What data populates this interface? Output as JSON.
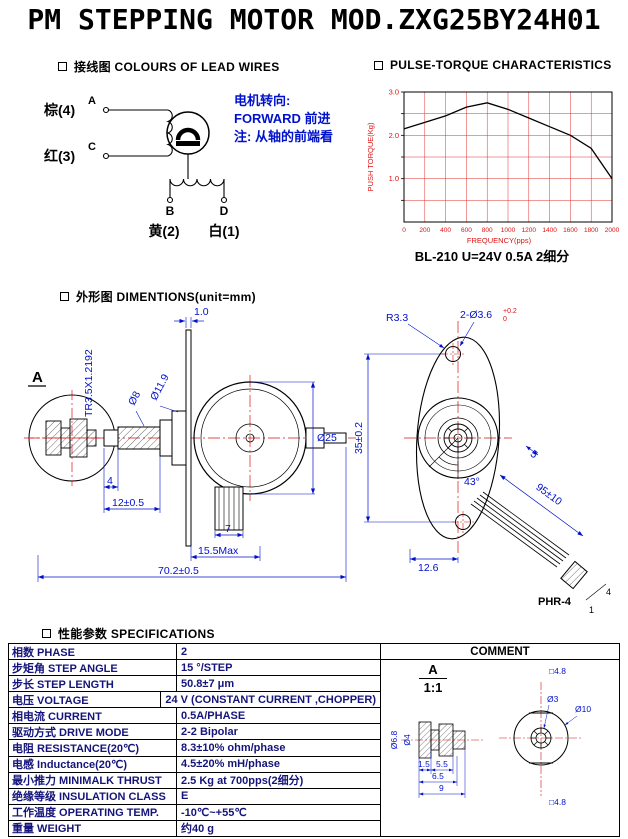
{
  "title": "PM STEPPING MOTOR MOD.ZXG25BY24H01",
  "sections": {
    "wiring_heading": "接线图 COLOURS OF LEAD WIRES",
    "chart_heading": "PULSE-TORQUE CHARACTERISTICS",
    "dims_heading": "外形图 DIMENTIONS(unit=mm)",
    "specs_heading": "性能参数 SPECIFICATIONS"
  },
  "wiring": {
    "lead_brown": "棕(4)",
    "lead_red": "红(3)",
    "lead_yellow": "黄(2)",
    "lead_white": "白(1)",
    "term_a": "A",
    "term_b": "B",
    "term_c": "C",
    "term_d": "D",
    "note_line1": "电机转向:",
    "note_line2": "FORWARD 前进",
    "note_line3": "注: 从轴的前端看"
  },
  "chart_caption": "BL-210 U=24V 0.5A 2细分",
  "chart_data": {
    "type": "line",
    "title": "PULSE-TORQUE CHARACTERISTICS",
    "xlabel": "FREQUENCY(pps)",
    "ylabel": "PUSH TORQUE(Kg)",
    "x": [
      0,
      200,
      400,
      600,
      800,
      1000,
      1200,
      1400,
      1600,
      1800,
      2000
    ],
    "y": [
      2.15,
      2.3,
      2.45,
      2.65,
      2.75,
      2.6,
      2.4,
      2.2,
      2.0,
      1.7,
      1.0
    ],
    "xlim": [
      0,
      2000
    ],
    "ylim": [
      0,
      3
    ],
    "xtick_labels": [
      "0",
      "200",
      "400",
      "600",
      "800",
      "1000",
      "1200",
      "1400",
      "1600",
      "1800",
      "2000"
    ],
    "ytick_labels": [
      "1.0",
      "2.0",
      "3.0"
    ],
    "grid": true,
    "legend_position": "none",
    "line_color": "#000000",
    "grid_color": "#e03030",
    "tick_color": "#dd1111"
  },
  "dims": {
    "flange_thickness": "1.0",
    "thread": "TR3.5X1.2192",
    "shaft_dia": "Ø8",
    "boss_dia": "Ø11.9",
    "body_dia": "Ø25",
    "hole_span": "35±0.2",
    "len4": "4",
    "len12": "12±0.5",
    "len7": "7",
    "len155": "15.5Max",
    "total_len": "70.2±0.5",
    "radius": "R3.3",
    "holes": "2-Ø3.6",
    "holes_tol_top": "+0.2",
    "holes_tol_bot": "0",
    "angle": "43°",
    "len126": "12.6",
    "wire_len": "95±10",
    "wire_width": "5",
    "connector": "PHR-4",
    "pin1": "1",
    "pin4": "4",
    "detail_label": "A"
  },
  "specs": {
    "comment_header": "COMMENT",
    "rows": [
      {
        "label": "相数 PHASE",
        "value": "2"
      },
      {
        "label": "步矩角 STEP ANGLE",
        "value": "15 °/STEP"
      },
      {
        "label": "步长  STEP LENGTH",
        "value": "50.8±7  μm"
      },
      {
        "label": "电压 VOLTAGE",
        "value": "24 V (CONSTANT CURRENT ,CHOPPER)"
      },
      {
        "label": "相电流 CURRENT",
        "value": "0.5A/PHASE"
      },
      {
        "label": "驱动方式 DRIVE  MODE",
        "value": "2-2 Bipolar"
      },
      {
        "label": "电阻 RESISTANCE(20℃)",
        "value": "8.3±10%   ohm/phase"
      },
      {
        "label": "电感 Inductance(20℃)",
        "value": "4.5±20%   mH/phase"
      },
      {
        "label": "最小推力 MINIMALK THRUST",
        "value": "2.5 Kg  at 700pps(2细分)"
      },
      {
        "label": "绝缘等级 INSULATION CLASS",
        "value": "E"
      },
      {
        "label": "工作温度 OPERATING TEMP.",
        "value": "-10℃~+55℃"
      },
      {
        "label": "重量 WEIGHT",
        "value": "约40 g"
      }
    ],
    "detail": {
      "label": "A",
      "scale": "1:1",
      "d68": "Ø6.8",
      "d4": "Ø4",
      "d3": "Ø3",
      "d10": "Ø10",
      "sq_top": "□4.8",
      "sq_bot": "□4.8",
      "l15": "1.5",
      "l55": "5.5",
      "l65": "6.5",
      "l9": "9"
    }
  }
}
